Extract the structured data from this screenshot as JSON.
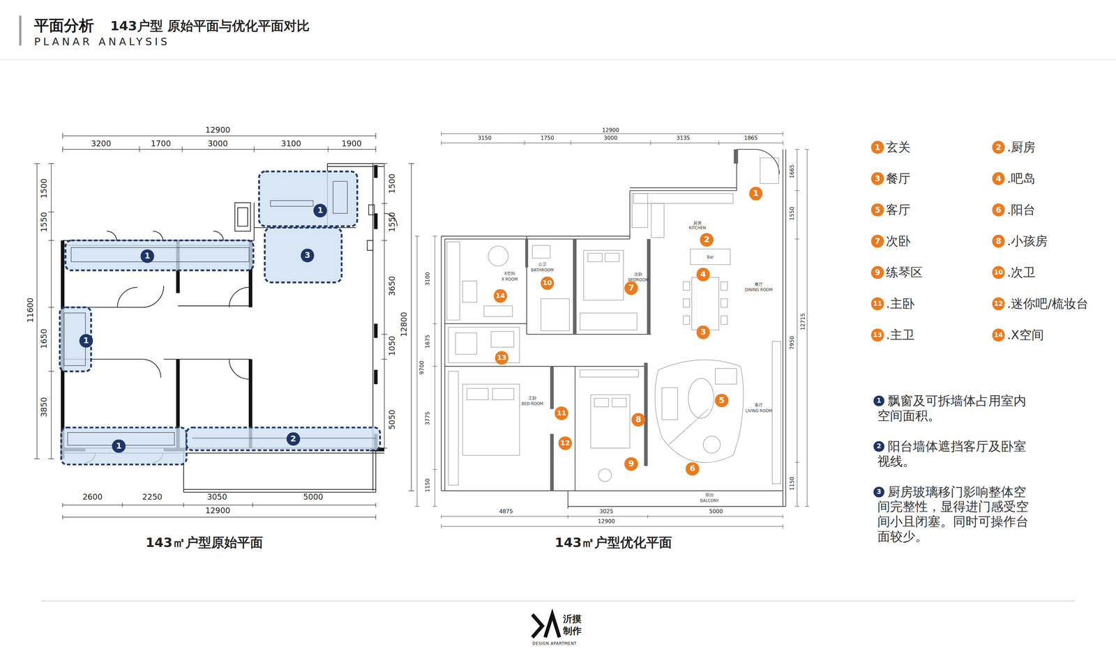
{
  "diagram": {
    "title": "平面分析",
    "labels": [
      "143户型 原始平面与优化平面对比",
      "PLANAR ANALYSIS",
      "12900",
      "3200",
      "1700",
      "3000",
      "3100",
      "1900",
      "1500",
      "1550",
      "11600",
      "1650",
      "3850",
      "1500",
      "1550",
      "3650",
      "1050",
      "12800",
      "5050",
      "2600",
      "2250",
      "3050",
      "5000",
      "12900",
      "1",
      "3",
      "1",
      "1",
      "1",
      "2",
      "143㎡户型原始平面",
      "12900",
      "3150",
      "1750",
      "3000",
      "3135",
      "1865",
      "4875",
      "3025",
      "5000",
      "12900",
      "3100",
      "1675",
      "9700",
      "3775",
      "1150",
      "1665",
      "1550",
      "12715",
      "7950",
      "1150",
      "厨房",
      "KITCHEN",
      "Bar",
      "餐厅",
      "DINING ROOM",
      "客厅",
      "LIVING ROOM",
      "阳台",
      "BALCONY",
      "次卧",
      "BEDROOM",
      "X空间",
      "X ROOM",
      "公卫",
      "BATHROOM",
      "主卧",
      "BED ROOM",
      "1",
      "2",
      "3",
      "4",
      "5",
      "6",
      "7",
      "8",
      "9",
      "10",
      "11",
      "12",
      "13",
      "14",
      "143㎡户型优化平面",
      "1",
      "玄关",
      "2",
      ".厨房",
      "3",
      "餐厅",
      "4",
      ".吧岛",
      "5",
      "客厅",
      "6",
      ".阳台",
      "7",
      "次卧",
      "8",
      ".小孩房",
      "9",
      "练琴区",
      "10",
      ".次卫",
      "11",
      ".主卧",
      "12",
      ".迷你吧/梳妆台",
      "13",
      ".主卫",
      "14",
      ".X空间",
      "1",
      "飘窗及可拆墙体占用室内空间面积。",
      "2",
      "阳台墙体遮挡客厅及卧室视线。",
      "3",
      "厨房玻璃移门影响整体空间完整性，显得进门感受空间小且闭塞。同时可操作台面较少。",
      "沂摸",
      "制作",
      "DESIGN APARTMENT"
    ]
  }
}
